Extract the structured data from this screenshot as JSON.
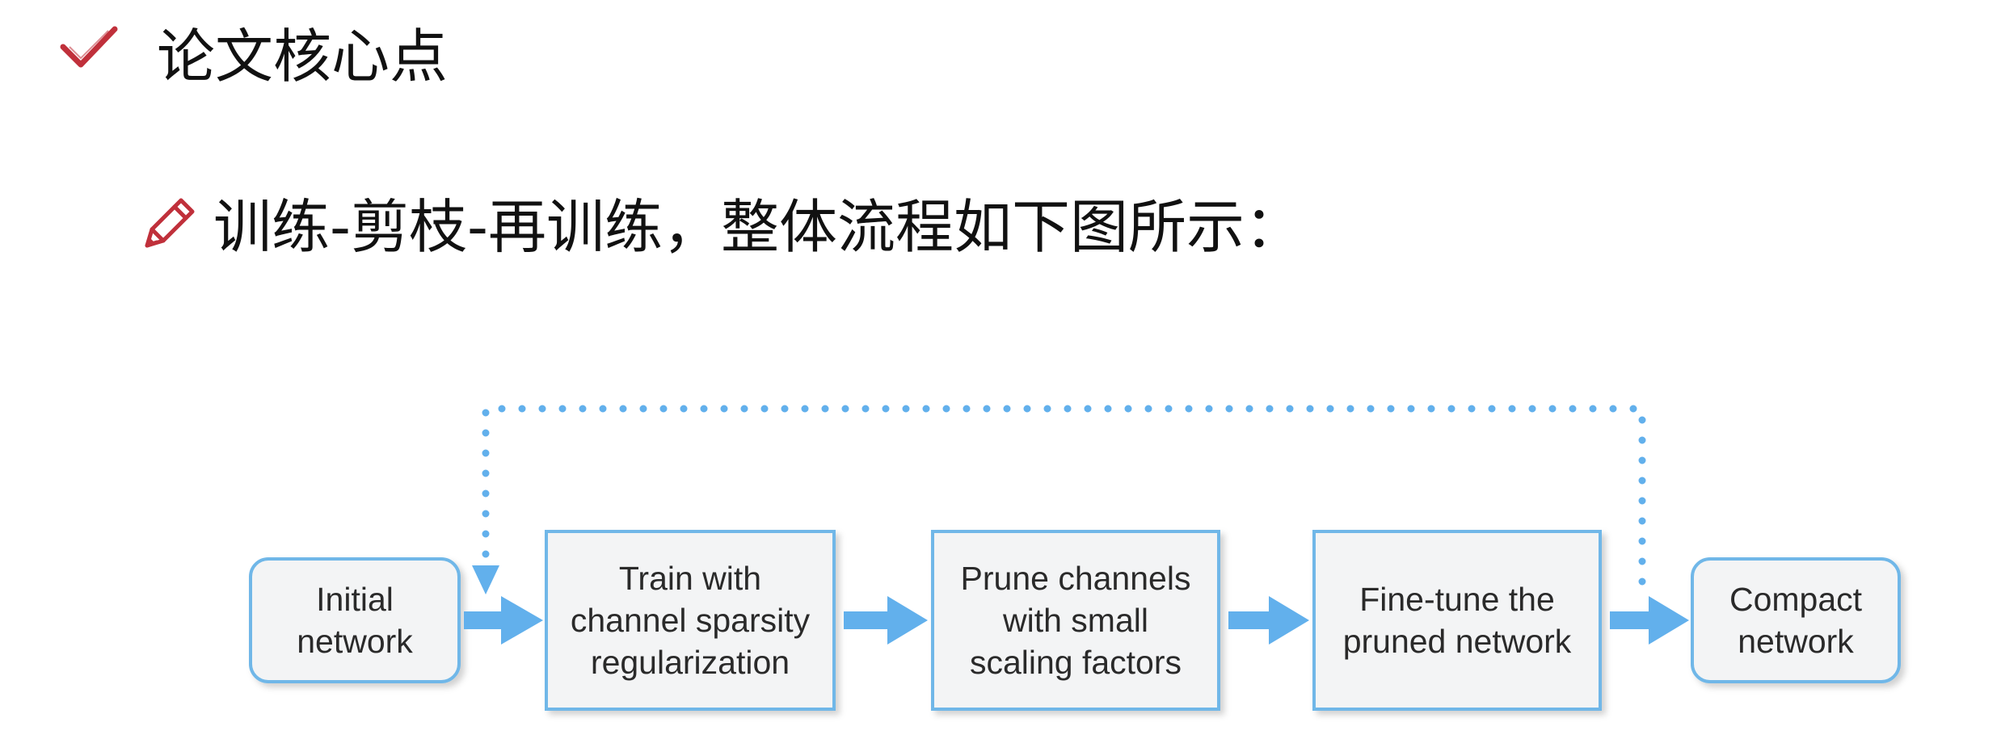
{
  "heading": {
    "icon": "check-icon",
    "title": "论文核心点"
  },
  "subtitle": {
    "icon": "pencil-icon",
    "text": "训练-剪枝-再训练，整体流程如下图所示："
  },
  "colors": {
    "check": "#c0303b",
    "pencil": "#c0303b",
    "box_border": "#6fb7e8",
    "box_fill": "#f3f4f5",
    "arrow": "#62b0ec",
    "dotted": "#62b0ec"
  },
  "flow": {
    "boxes": [
      {
        "id": "initial-network",
        "label": "Initial\nnetwork",
        "shape": "rounded"
      },
      {
        "id": "train",
        "label": "Train with\nchannel sparsity\nregularization",
        "shape": "rect"
      },
      {
        "id": "prune",
        "label": "Prune channels\nwith small\nscaling factors",
        "shape": "rect"
      },
      {
        "id": "fine-tune",
        "label": "Fine-tune the\npruned network",
        "shape": "rect"
      },
      {
        "id": "compact-network",
        "label": "Compact\nnetwork",
        "shape": "rounded"
      }
    ],
    "loop": {
      "from": "fine-tune",
      "to": "train",
      "style": "dotted"
    }
  }
}
